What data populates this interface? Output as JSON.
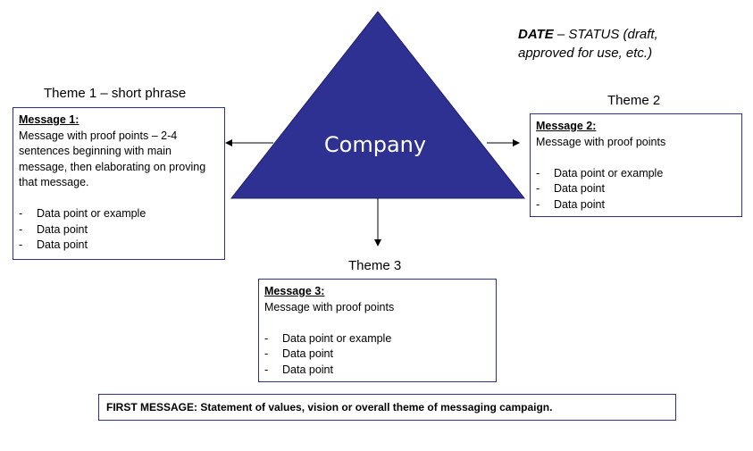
{
  "header": {
    "date_label": "DATE",
    "status_text": " – STATUS (draft,",
    "status_text_line2": "approved for use, etc.)"
  },
  "center": {
    "company": "Company",
    "colors": {
      "triangle_fill": "#2e3192",
      "triangle_stroke": "#1c1f6b"
    }
  },
  "themes": [
    {
      "label": "Theme 1 – short phrase",
      "message_title": "Message 1:",
      "message_body": "Message with proof points – 2-4 sentences beginning with main message, then elaborating on proving that message.",
      "points": [
        "Data point or example",
        "Data point",
        "Data point"
      ]
    },
    {
      "label": "Theme 2",
      "message_title": "Message 2:",
      "message_body": "Message with proof points",
      "points": [
        "Data point or example",
        "Data point",
        "Data point"
      ]
    },
    {
      "label": "Theme 3",
      "message_title": "Message 3:",
      "message_body": "Message with proof points",
      "points": [
        "Data point or example",
        "Data point",
        "Data point"
      ]
    }
  ],
  "first_message": {
    "text": "FIRST MESSAGE: Statement of values, vision or overall theme of messaging campaign."
  },
  "bullet_dash": "-",
  "colors": {
    "box_border": "#2e3192",
    "arrow": "#000000"
  }
}
